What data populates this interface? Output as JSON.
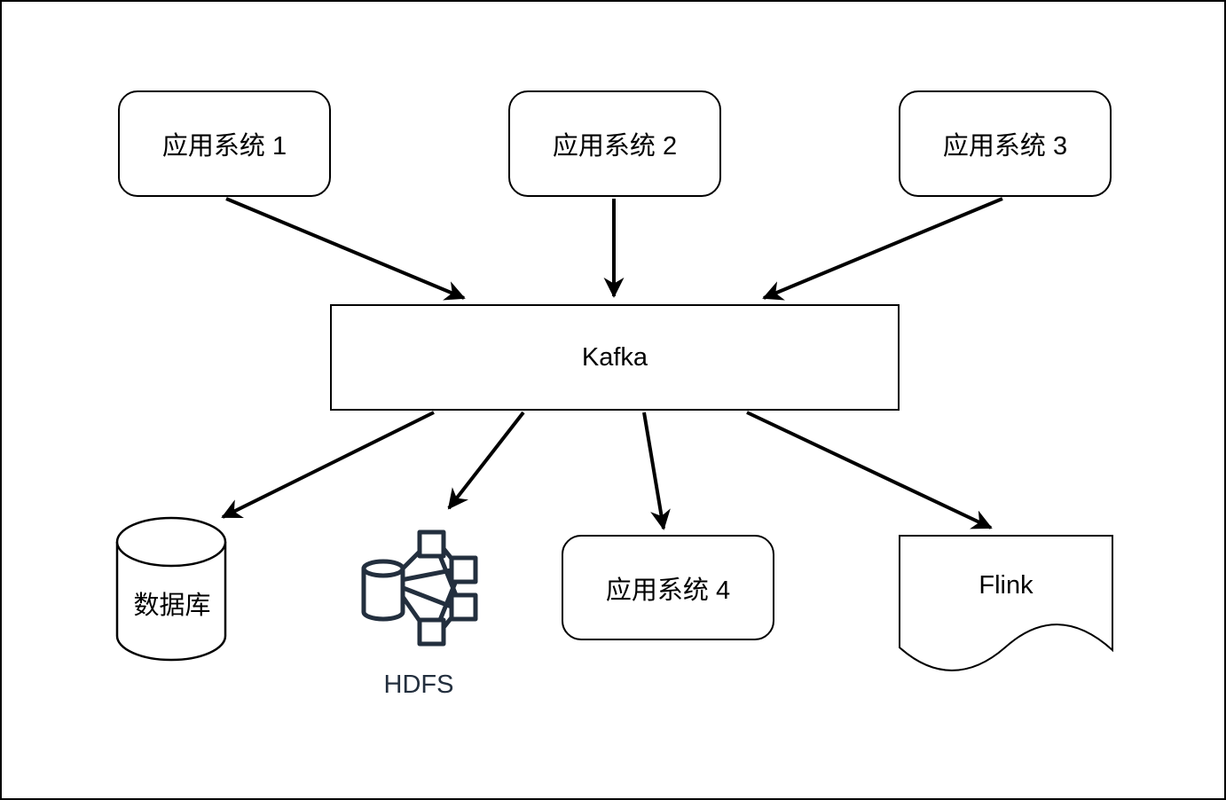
{
  "diagram": {
    "type": "flow-architecture",
    "nodes": {
      "app1": {
        "label": "应用系统 1",
        "shape": "rounded-box"
      },
      "app2": {
        "label": "应用系统 2",
        "shape": "rounded-box"
      },
      "app3": {
        "label": "应用系统 3",
        "shape": "rounded-box"
      },
      "kafka": {
        "label": "Kafka",
        "shape": "box"
      },
      "database": {
        "label": "数据库",
        "shape": "cylinder"
      },
      "hdfs": {
        "label": "HDFS",
        "shape": "distributed-storage-icon"
      },
      "app4": {
        "label": "应用系统 4",
        "shape": "rounded-box"
      },
      "flink": {
        "label": "Flink",
        "shape": "document"
      }
    },
    "edges": [
      {
        "from": "app1",
        "to": "kafka"
      },
      {
        "from": "app2",
        "to": "kafka"
      },
      {
        "from": "app3",
        "to": "kafka"
      },
      {
        "from": "kafka",
        "to": "database"
      },
      {
        "from": "kafka",
        "to": "hdfs"
      },
      {
        "from": "kafka",
        "to": "app4"
      },
      {
        "from": "kafka",
        "to": "flink"
      }
    ],
    "colors": {
      "stroke": "#000000",
      "fill": "#ffffff",
      "hdfs_icon": "#232f3e",
      "canvas_border": "#000000"
    }
  }
}
